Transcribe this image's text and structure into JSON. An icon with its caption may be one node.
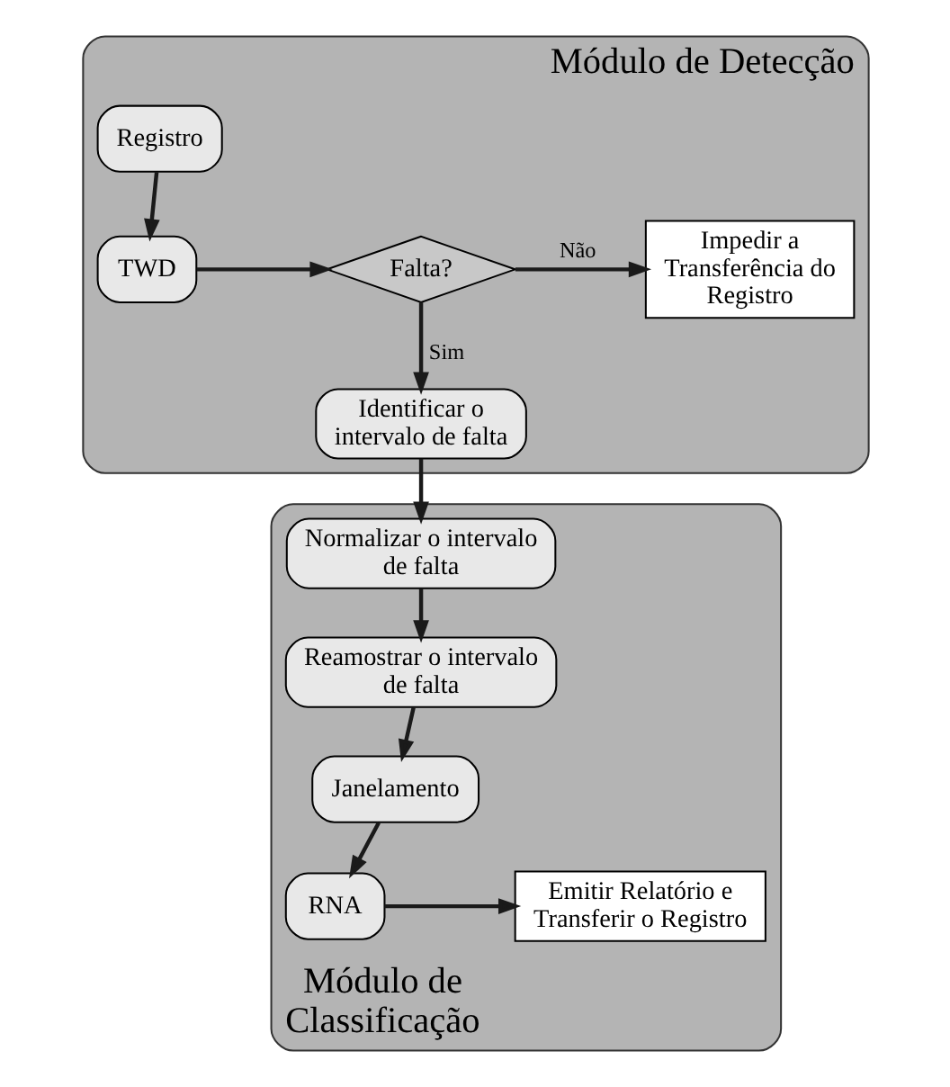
{
  "diagram": {
    "nodes": [
      {
        "text": [
          "Módulo de Detecção"
        ]
      },
      {
        "text": [
          "Registro"
        ],
        "in": 0
      },
      {
        "text": [
          "TWD"
        ],
        "in": 0
      },
      {
        "text": [
          "Falta?"
        ],
        "in": 0
      },
      {
        "text": [
          "Impedir a Transferência do Registro"
        ],
        "in": 0
      },
      {
        "text": [
          "Identificar o intervalo de falta"
        ],
        "in": 0
      },
      {
        "text": [
          "Módulo de Classificação"
        ]
      },
      {
        "text": [
          "Normalizar o intervalo de falta"
        ],
        "in": 6
      },
      {
        "text": [
          "Reamostrar o intervalo de falta"
        ],
        "in": 6
      },
      {
        "text": [
          "Janelamento"
        ],
        "in": 6
      },
      {
        "text": [
          "RNA"
        ],
        "in": 6
      },
      {
        "text": [
          "Emitir Relatório e Transferir o Registro"
        ],
        "in": 6
      }
    ],
    "edges": [
      {
        "from": 1,
        "to": 2,
        "arrow": "to"
      },
      {
        "from": 2,
        "to": 3,
        "arrow": "to"
      },
      {
        "from": 3,
        "to": 4,
        "arrow": "to",
        "label": "Não"
      },
      {
        "from": 3,
        "to": 5,
        "arrow": "to",
        "label": "Sim"
      },
      {
        "from": 5,
        "to": 7,
        "arrow": "to"
      },
      {
        "from": 7,
        "to": 8,
        "arrow": "to"
      },
      {
        "from": 8,
        "to": 9,
        "arrow": "to"
      },
      {
        "from": 9,
        "to": 10,
        "arrow": "to"
      },
      {
        "from": 10,
        "to": 11,
        "arrow": "to"
      }
    ]
  }
}
